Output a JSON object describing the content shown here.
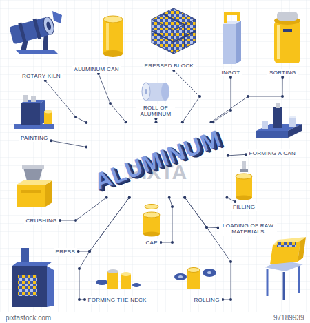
{
  "diagram": {
    "nodes": [
      {
        "text": [
          "ALUMINUM"
        ]
      },
      {
        "text": [
          "ROTARY KILN"
        ]
      },
      {
        "text": [
          "ALUMINUM CAN"
        ]
      },
      {
        "text": [
          "PRESSED BLOCK"
        ]
      },
      {
        "text": [
          "INGOT"
        ]
      },
      {
        "text": [
          "SORTING"
        ]
      },
      {
        "text": [
          "PAINTING"
        ]
      },
      {
        "text": [
          "ROLL OF ALUMINUM"
        ]
      },
      {
        "text": [
          "FORMING A CAN"
        ]
      },
      {
        "text": [
          "FILLING"
        ]
      },
      {
        "text": [
          "LOADING OF RAW MATERIALS"
        ]
      },
      {
        "text": [
          "CRUSHING"
        ]
      },
      {
        "text": [
          "PRESS"
        ]
      },
      {
        "text": [
          "CAP"
        ]
      },
      {
        "text": [
          "FORMING THE NECK"
        ]
      },
      {
        "text": [
          "ROLLING"
        ]
      }
    ],
    "edges": [
      {
        "from": 0,
        "to": 1,
        "arrow": "none"
      },
      {
        "from": 0,
        "to": 2,
        "arrow": "none"
      },
      {
        "from": 0,
        "to": 3,
        "arrow": "none"
      },
      {
        "from": 0,
        "to": 4,
        "arrow": "none"
      },
      {
        "from": 0,
        "to": 5,
        "arrow": "none"
      },
      {
        "from": 0,
        "to": 6,
        "arrow": "none"
      },
      {
        "from": 0,
        "to": 7,
        "arrow": "none"
      },
      {
        "from": 0,
        "to": 8,
        "arrow": "none"
      },
      {
        "from": 0,
        "to": 9,
        "arrow": "none"
      },
      {
        "from": 0,
        "to": 10,
        "arrow": "none"
      },
      {
        "from": 0,
        "to": 11,
        "arrow": "none"
      },
      {
        "from": 0,
        "to": 12,
        "arrow": "none"
      },
      {
        "from": 0,
        "to": 13,
        "arrow": "none"
      },
      {
        "from": 0,
        "to": 14,
        "arrow": "none"
      },
      {
        "from": 0,
        "to": 15,
        "arrow": "none"
      }
    ],
    "labels": [
      "PIXTA",
      "pixtastock.com",
      "97189939"
    ]
  }
}
